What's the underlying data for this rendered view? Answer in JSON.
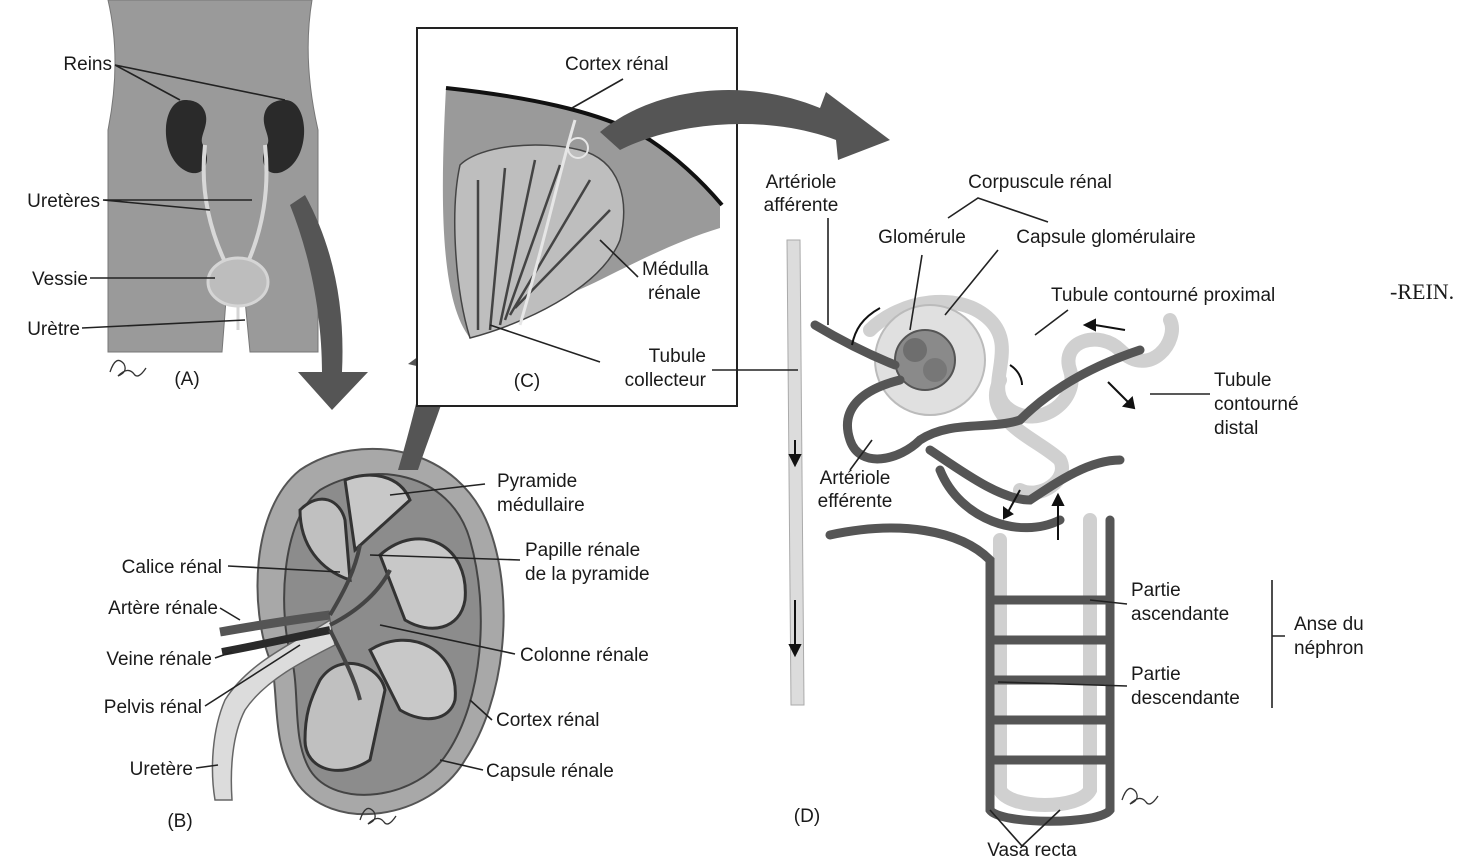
{
  "side_label": "-REIN.",
  "panel_a": {
    "letter": "(A)",
    "reins": "Reins",
    "ureteres": "Uretères",
    "vessie": "Vessie",
    "uretre": "Urètre"
  },
  "panel_b": {
    "letter": "(B)",
    "pyramide_1": "Pyramide",
    "pyramide_2": "médullaire",
    "papille_1": "Papille rénale",
    "papille_2": "de la pyramide",
    "calice": "Calice rénal",
    "artere": "Artère rénale",
    "veine": "Veine rénale",
    "colonne": "Colonne rénale",
    "pelvis": "Pelvis rénal",
    "cortex": "Cortex rénal",
    "uretere": "Uretère",
    "capsule": "Capsule rénale"
  },
  "panel_c": {
    "letter": "(C)",
    "cortex": "Cortex rénal",
    "medulla_1": "Médulla",
    "medulla_2": "rénale",
    "tubule_1": "Tubule",
    "tubule_2": "collecteur"
  },
  "panel_d": {
    "letter": "(D)",
    "arteriole_aff_1": "Artériole",
    "arteriole_aff_2": "afférente",
    "corpuscule": "Corpuscule rénal",
    "glomerule": "Glomérule",
    "capsule_glom": "Capsule glomérulaire",
    "tubule_prox": "Tubule contourné proximal",
    "tubule_dist_1": "Tubule",
    "tubule_dist_2": "contourné",
    "tubule_dist_3": "distal",
    "arteriole_eff_1": "Artériole",
    "arteriole_eff_2": "efférente",
    "partie_asc_1": "Partie",
    "partie_asc_2": "ascendante",
    "anse_1": "Anse du",
    "anse_2": "néphron",
    "partie_desc_1": "Partie",
    "partie_desc_2": "descendante",
    "vasa_recta": "Vasa recta"
  }
}
